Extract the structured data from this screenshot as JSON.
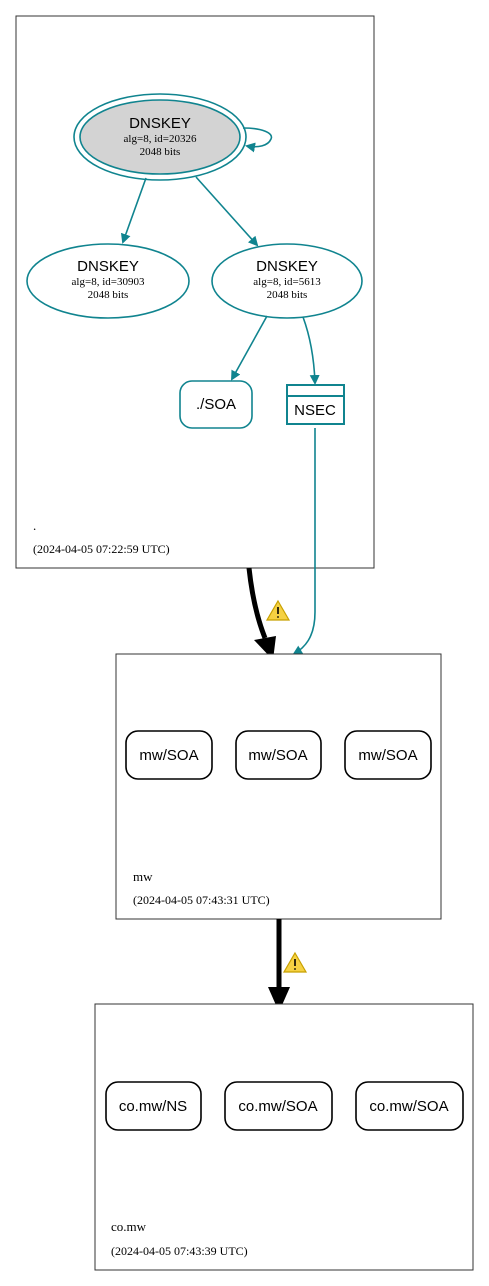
{
  "colors": {
    "teal": "#10848f",
    "black": "#000000",
    "ksk_fill": "#d3d3d3",
    "warning_fill": "#f5d142",
    "warning_stroke": "#c8a000"
  },
  "zones": [
    {
      "name": ".",
      "timestamp": "(2024-04-05 07:22:59 UTC)"
    },
    {
      "name": "mw",
      "timestamp": "(2024-04-05 07:43:31 UTC)"
    },
    {
      "name": "co.mw",
      "timestamp": "(2024-04-05 07:43:39 UTC)"
    }
  ],
  "dnskeys": [
    {
      "title": "DNSKEY",
      "alg_id": "alg=8, id=20326",
      "bits": "2048 bits"
    },
    {
      "title": "DNSKEY",
      "alg_id": "alg=8, id=30903",
      "bits": "2048 bits"
    },
    {
      "title": "DNSKEY",
      "alg_id": "alg=8, id=5613",
      "bits": "2048 bits"
    }
  ],
  "root_records": {
    "soa": "./SOA",
    "nsec": "NSEC"
  },
  "mw_records": [
    "mw/SOA",
    "mw/SOA",
    "mw/SOA"
  ],
  "comw_records": [
    "co.mw/NS",
    "co.mw/SOA",
    "co.mw/SOA"
  ],
  "warnings": [
    {
      "icon": "warning-icon"
    },
    {
      "icon": "warning-icon"
    }
  ]
}
